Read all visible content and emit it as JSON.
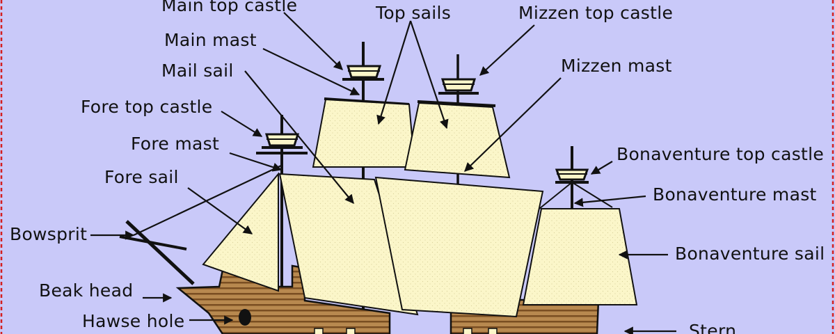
{
  "colors": {
    "background": "#c9c9f9",
    "border": "#d41f1f",
    "sail": "#fbf6c9",
    "hull": "#b8894f",
    "hull_stripe": "#7a4e22",
    "ink": "#111111"
  },
  "labels": {
    "main_top_castle": "Main top castle",
    "top_sails": "Top sails",
    "mizzen_top_castle": "Mizzen top castle",
    "main_mast": "Main mast",
    "mail_sail": "Mail sail",
    "mizzen_mast": "Mizzen mast",
    "fore_top_castle": "Fore top castle",
    "fore_mast": "Fore mast",
    "bonaventure_top_castle": "Bonaventure top castle",
    "fore_sail": "Fore sail",
    "bonaventure_mast": "Bonaventure mast",
    "bowsprit": "Bowsprit",
    "bonaventure_sail": "Bonaventure sail",
    "beak_head": "Beak head",
    "hawse_hole": "Hawse hole",
    "stern": "Stern"
  }
}
